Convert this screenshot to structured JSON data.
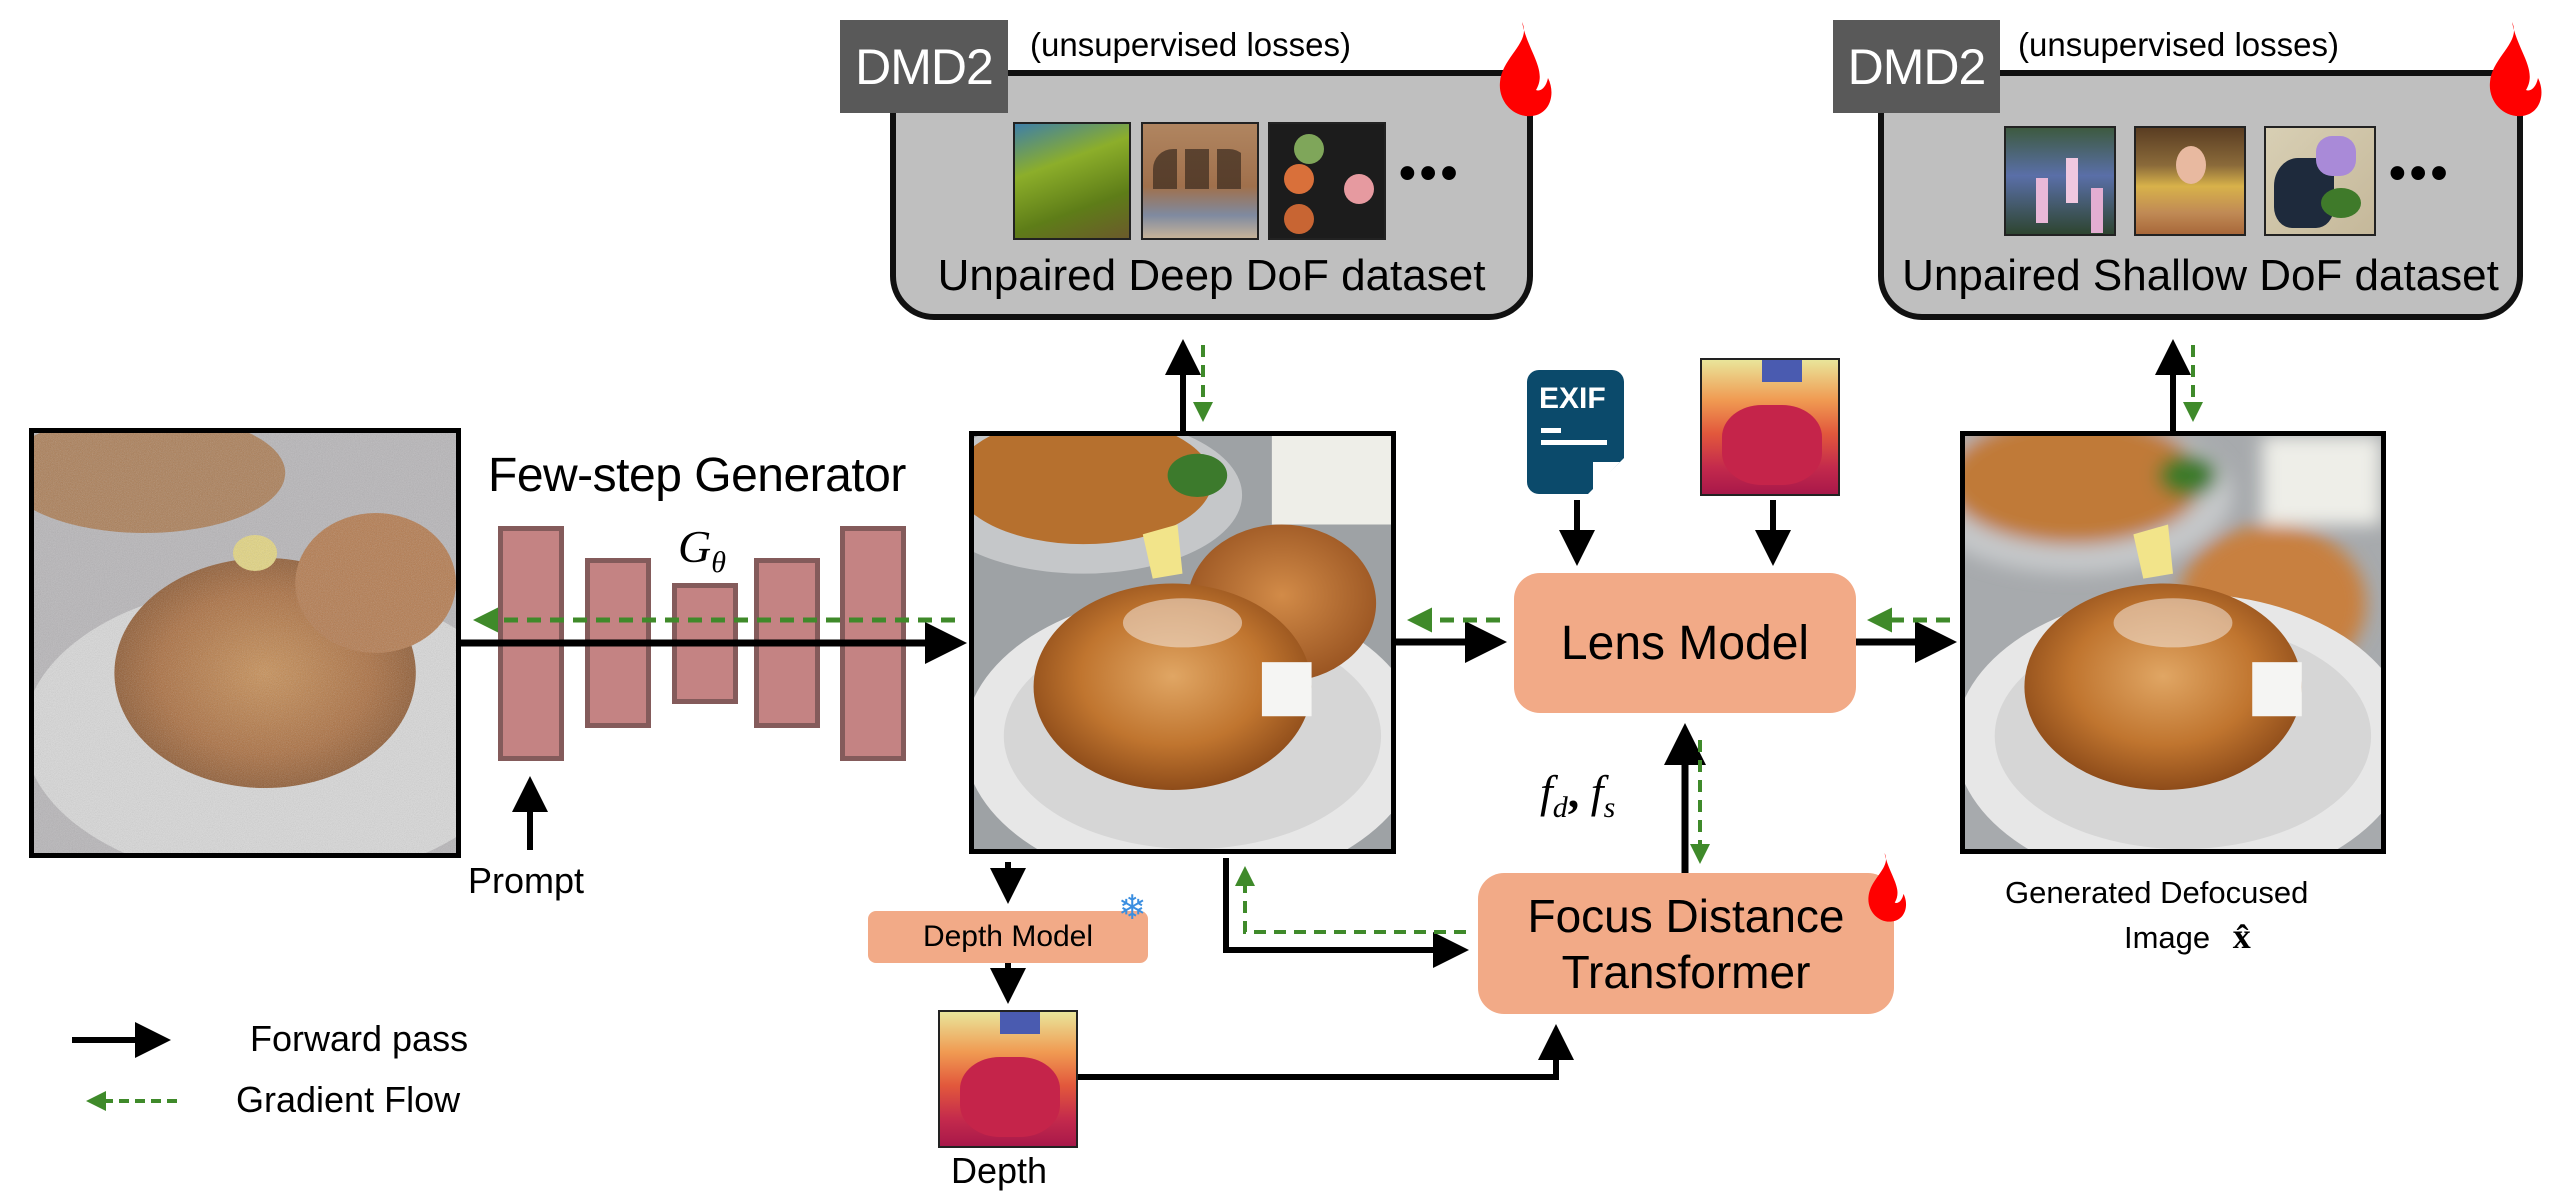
{
  "title": "Few-step generator with lens model training pipeline",
  "generator": {
    "title": "Few-step Generator",
    "symbol": "G",
    "symbol_subscript": "θ",
    "prompt_label": "Prompt"
  },
  "datasets": {
    "deep": {
      "tag": "DMD2",
      "losses_label": "(unsupervised losses)",
      "title": "Unpaired Deep DoF dataset",
      "thumbnails": [
        "tree-canopy",
        "arched-building",
        "sushi-platter"
      ],
      "ellipsis": "•••",
      "trainable": true
    },
    "shallow": {
      "tag": "DMD2",
      "losses_label": "(unsupervised losses)",
      "title": "Unpaired Shallow DoF dataset",
      "thumbnails": [
        "candles-flowers",
        "man-eating",
        "stone-amethyst"
      ],
      "ellipsis": "•••",
      "trainable": true
    }
  },
  "images": {
    "noisy": "noisy-input-fried-chicken",
    "clean": "generated-all-in-focus-fried-chicken",
    "defocused": "generated-defocused-fried-chicken"
  },
  "modules": {
    "lens_model": "Lens Model",
    "focus_distance_transformer_line1": "Focus Distance",
    "focus_distance_transformer_line2": "Transformer",
    "depth_model": "Depth Model",
    "exif_label": "EXIF"
  },
  "labels": {
    "focus_params_f": "f",
    "focus_params_d": "d",
    "focus_params_sep": ", ",
    "focus_params_s": "s",
    "depth": "Depth",
    "output_line1": "Generated Defocused",
    "output_line2": "Image",
    "output_symbol": "x̂"
  },
  "legend": {
    "forward": "Forward pass",
    "gradient": "Gradient Flow"
  },
  "colors": {
    "forward_arrow": "#000000",
    "gradient_arrow": "#3f8a2a",
    "module_fill": "#f2aa87",
    "generator_fill": "#c48383",
    "generator_border": "#845b5b",
    "dataset_fill": "#bfbfbf",
    "dmd_tag": "#595959",
    "exif_fill": "#0b4a6b",
    "fire": "#ff0000",
    "snowflake": "#3a8ee0"
  }
}
